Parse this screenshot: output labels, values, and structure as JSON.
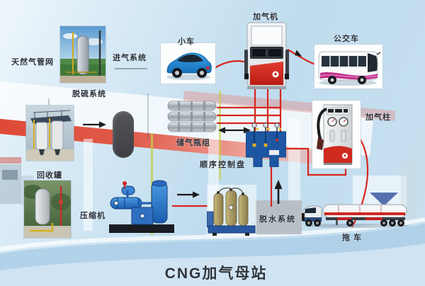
{
  "title": "CNG加气母站",
  "nodes": {
    "gas_pipeline": {
      "label": "天然气管网"
    },
    "intake_system": {
      "label": "进气系统"
    },
    "desulfurization": {
      "label": "脱硫系统"
    },
    "car": {
      "label": "小车"
    },
    "dispenser": {
      "label": "加气机"
    },
    "bus": {
      "label": "公交车"
    },
    "recovery_tank": {
      "label": "回收罐"
    },
    "storage_cylinders": {
      "label": "储气瓶组"
    },
    "sequence_control_panel": {
      "label": "顺序控制盘"
    },
    "gas_column": {
      "label": "加气柱"
    },
    "compressor": {
      "label": "压缩机"
    },
    "dehydration_system": {
      "label": "脱水系统"
    },
    "trailer": {
      "label": "拖车"
    }
  },
  "colors": {
    "pipe_red": "#d7261d",
    "arrow_black": "#1b1b1b",
    "label_text": "#2a2f38",
    "sky_blue": "#c3ddee"
  }
}
